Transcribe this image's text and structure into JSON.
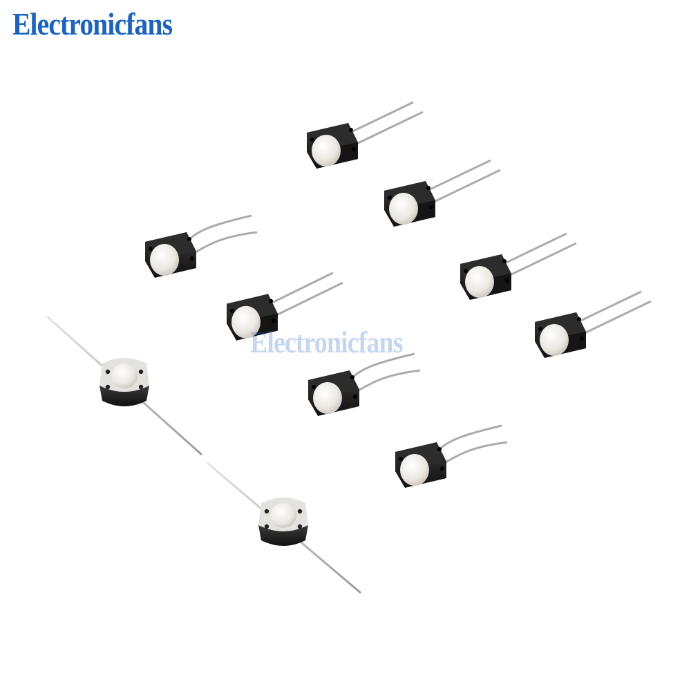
{
  "brand": {
    "logo_text": "Electronicfans",
    "color": "#1a63c6"
  },
  "watermark": {
    "text": "Electronicfans",
    "color": "#2f6fd0"
  },
  "product": {
    "name": "tactile-push-button-switch",
    "body_color": "#1b1b1b",
    "cap_color": "#ece9e3",
    "lead_color": "#b9bbbe",
    "switch_count": 10
  }
}
